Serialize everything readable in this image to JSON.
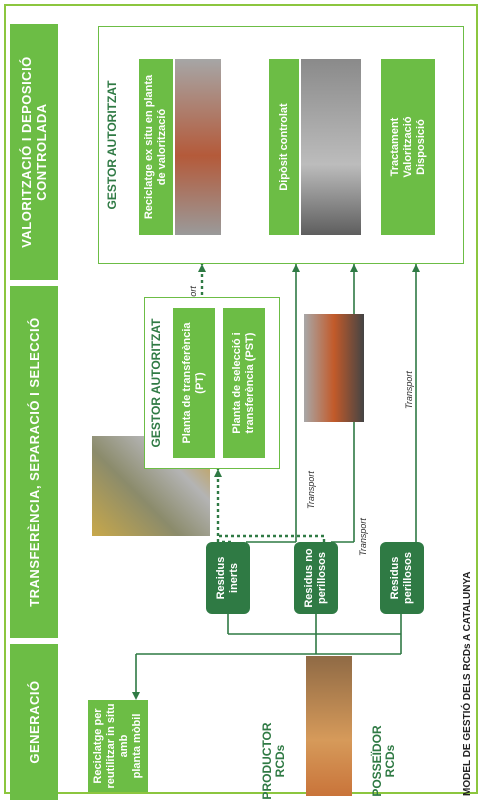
{
  "sections": [
    {
      "label": "GENERACIÓ"
    },
    {
      "label": "TRANSFERÈNCIA, SEPARACIÓ I SELECCIÓ"
    },
    {
      "label": "VALORITZACIÓ I DEPOSICIÓ\nCONTROLADA"
    }
  ],
  "sources": {
    "productor": "PRODUCTOR\nRCDs",
    "posseidor": "POSSEÏDOR\nRCDs"
  },
  "onsite": "Reciclatge per\nreutilitzar in situ amb\nplanta mòbil",
  "waste": {
    "inerts": "Residus inerts",
    "no_perillosos": "Residus no perillosos",
    "perillosos": "Residus perillosos"
  },
  "transfer_manager": {
    "title": "GESTOR AUTORITZAT",
    "pt": "Planta de transferència\n(PT)",
    "pst": "Planta de selecció i\ntransferència (PST)"
  },
  "final_manager": {
    "title": "GESTOR AUTORITZAT",
    "reciclatge": "Reciclatge ex situ en planta\nde valorització",
    "diposit": "Dipòsit controlat",
    "tractament": "Tractament\nValorització\nDisposició"
  },
  "transport_label": "Transport",
  "footer": "MODEL DE GESTIÓ DELS RCDs A CATALUNYA",
  "colors": {
    "accent": "#6cbd45",
    "dark": "#2f7a44"
  }
}
